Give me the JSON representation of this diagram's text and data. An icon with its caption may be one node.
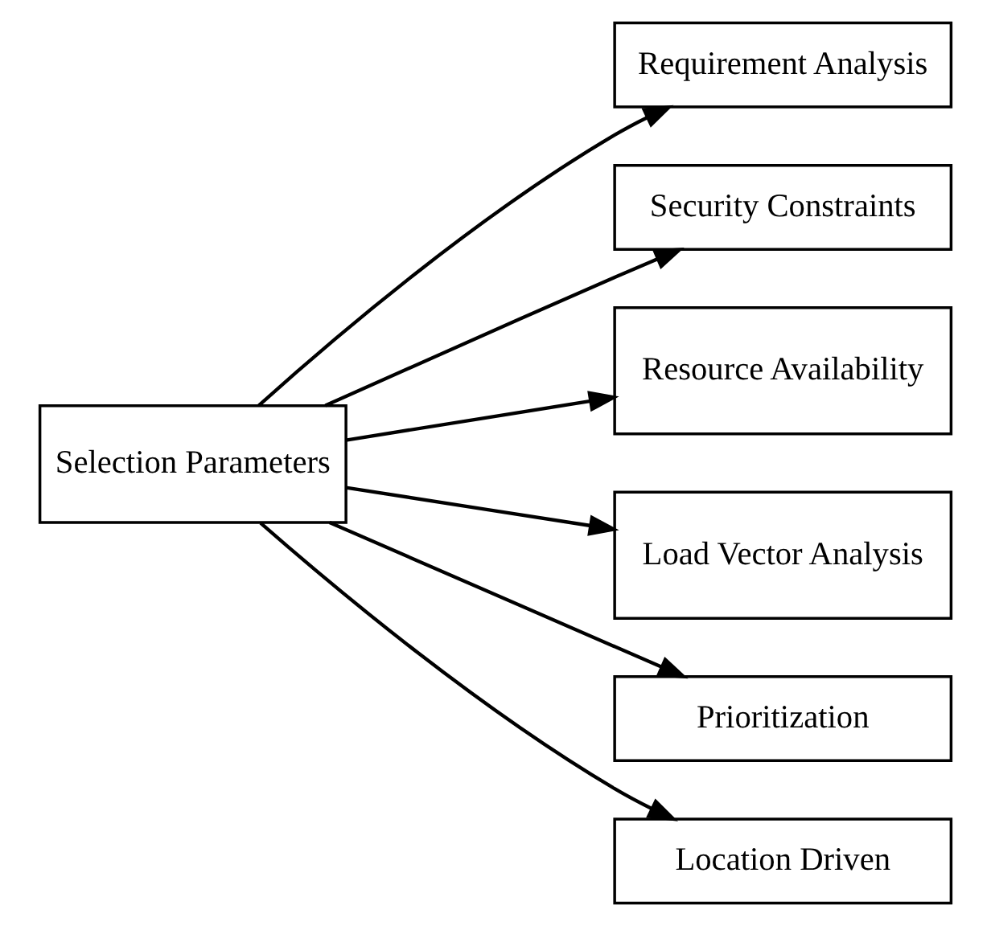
{
  "diagram": {
    "nodes": [
      {
        "text": [
          "Selection Parameters"
        ]
      },
      {
        "text": [
          "Requirement Analysis"
        ]
      },
      {
        "text": [
          "Security Constraints"
        ]
      },
      {
        "text": [
          "Resource Availability"
        ]
      },
      {
        "text": [
          "Load Vector Analysis"
        ]
      },
      {
        "text": [
          "Prioritization"
        ]
      },
      {
        "text": [
          "Location Driven"
        ]
      }
    ],
    "edges": [
      {
        "from": 0,
        "to": 1,
        "arrow": "to"
      },
      {
        "from": 0,
        "to": 2,
        "arrow": "to"
      },
      {
        "from": 0,
        "to": 3,
        "arrow": "to"
      },
      {
        "from": 0,
        "to": 4,
        "arrow": "to"
      },
      {
        "from": 0,
        "to": 5,
        "arrow": "to"
      },
      {
        "from": 0,
        "to": 6,
        "arrow": "to"
      }
    ]
  }
}
